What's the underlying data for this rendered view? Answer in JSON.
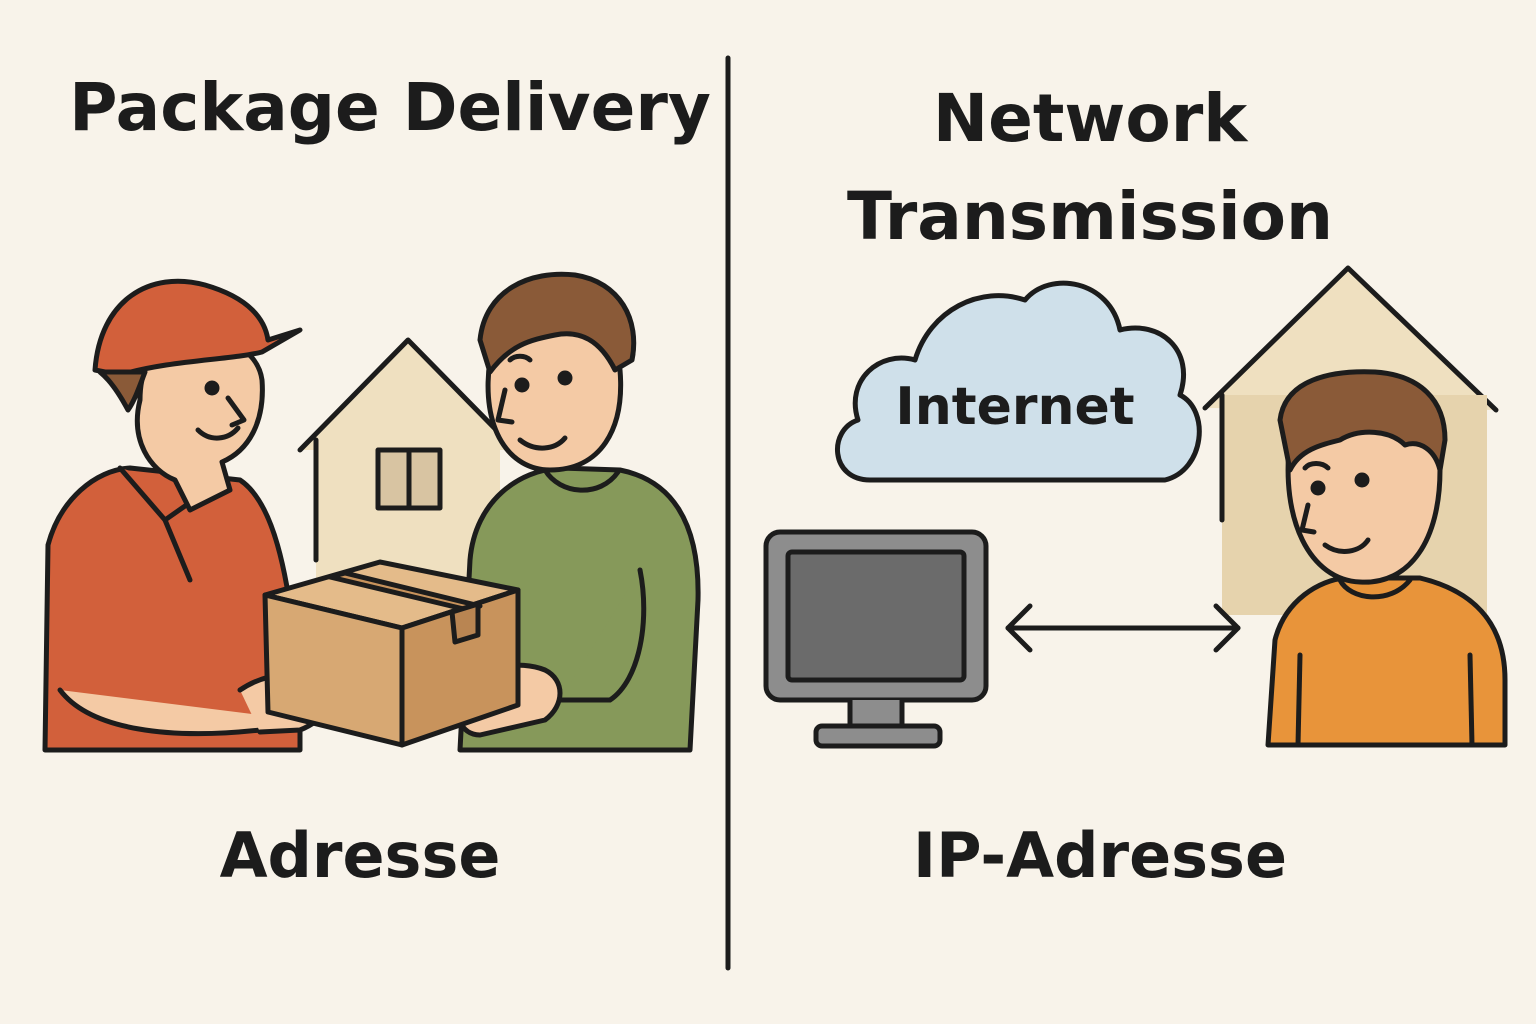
{
  "left_panel": {
    "title": "Package Delivery",
    "caption": "Adresse"
  },
  "right_panel": {
    "title_line1": "Network",
    "title_line2": "Transmission",
    "cloud_label": "Internet",
    "caption": "IP-Adresse"
  },
  "colors": {
    "background": "#f8f3ea",
    "outline": "#1c1c1c",
    "courier_shirt": "#d2603b",
    "receiver_sweater": "#86995a",
    "box": "#d7a873",
    "house": "#efe0c0",
    "cloud": "#cfe0ea",
    "monitor_screen": "#6b6b6b",
    "user_shirt": "#e8943a",
    "skin": "#f4caa5",
    "hair": "#8a5a38"
  }
}
